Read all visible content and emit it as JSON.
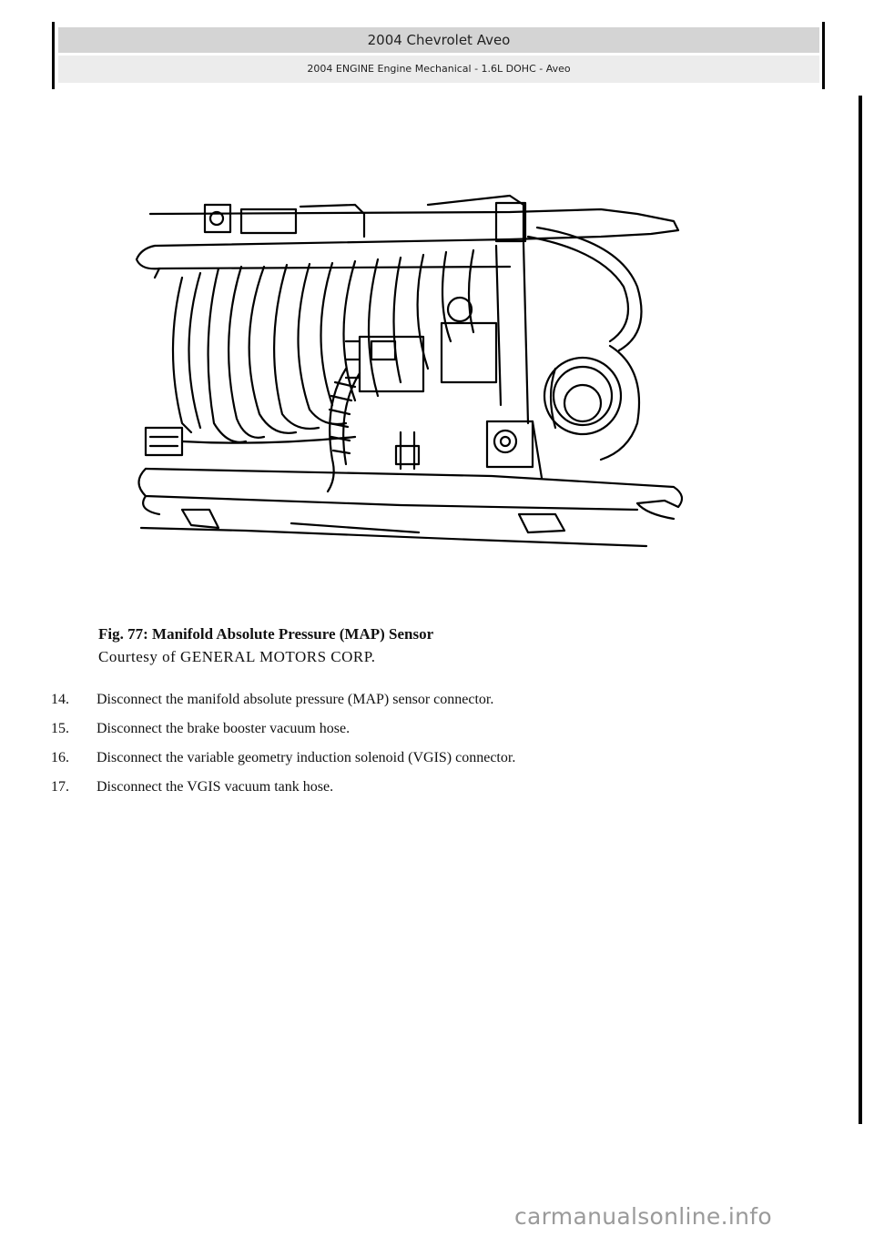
{
  "header": {
    "title": "2004 Chevrolet Aveo",
    "subtitle": "2004 ENGINE Engine Mechanical - 1.6L DOHC - Aveo"
  },
  "figure": {
    "caption_title": "Fig. 77: Manifold Absolute Pressure (MAP) Sensor",
    "caption_credit": "Courtesy of GENERAL MOTORS CORP."
  },
  "steps": [
    {
      "number": "14.",
      "text": "Disconnect the manifold absolute pressure (MAP) sensor connector."
    },
    {
      "number": "15.",
      "text": "Disconnect the brake booster vacuum hose."
    },
    {
      "number": "16.",
      "text": "Disconnect the variable geometry induction solenoid (VGIS) connector."
    },
    {
      "number": "17.",
      "text": "Disconnect the VGIS vacuum tank hose."
    }
  ],
  "watermark": "carmanualsonline.info"
}
